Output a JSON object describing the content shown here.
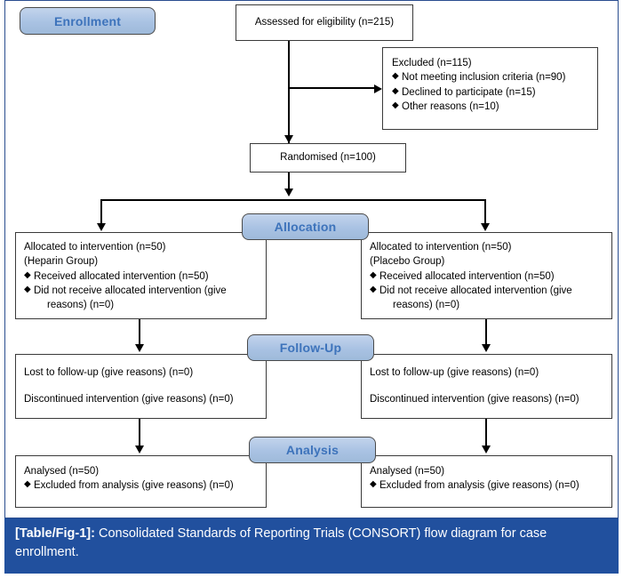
{
  "figure": {
    "caption_label": "[Table/Fig-1]:",
    "caption_text": " Consolidated Standards of Reporting Trials (CONSORT) flow diagram for case enrollment."
  },
  "colors": {
    "pill_fill": "#a9c2e3",
    "pill_text": "#3d73bb",
    "caption_bar": "#21509e",
    "frame_border": "#2a4d8f",
    "box_border": "#3a3a3a"
  },
  "stages": {
    "enrollment": "Enrollment",
    "allocation": "Allocation",
    "followup": "Follow-Up",
    "analysis": "Analysis"
  },
  "enrollment": {
    "assessed": "Assessed for eligibility (n=215)",
    "excluded_title": "Excluded (n=115)",
    "excluded_items": [
      "Not meeting inclusion criteria (n=90)",
      "Declined to participate (n=15)",
      "Other reasons (n=10)"
    ],
    "randomised": "Randomised (n=100)"
  },
  "allocation": {
    "left": {
      "title": "Allocated to intervention (n=50)",
      "subtitle": "(Heparin Group)",
      "item1": "Received allocated intervention (n=50)",
      "item2_a": "Did not receive allocated intervention (give",
      "item2_b": "reasons) (n=0)"
    },
    "right": {
      "title": "Allocated to intervention (n=50)",
      "subtitle": "(Placebo Group)",
      "item1": "Received allocated intervention (n=50)",
      "item2_a": "Did not receive allocated intervention (give",
      "item2_b": "reasons) (n=0)"
    }
  },
  "followup": {
    "left": {
      "line1": "Lost to follow-up (give reasons) (n=0)",
      "line2": "Discontinued intervention (give reasons) (n=0)"
    },
    "right": {
      "line1": "Lost to follow-up (give reasons) (n=0)",
      "line2": "Discontinued intervention (give reasons) (n=0)"
    }
  },
  "analysis": {
    "left": {
      "title": "Analysed (n=50)",
      "item1": "Excluded from analysis (give reasons) (n=0)"
    },
    "right": {
      "title": "Analysed (n=50)",
      "item1": "Excluded from analysis (give reasons) (n=0)"
    }
  }
}
